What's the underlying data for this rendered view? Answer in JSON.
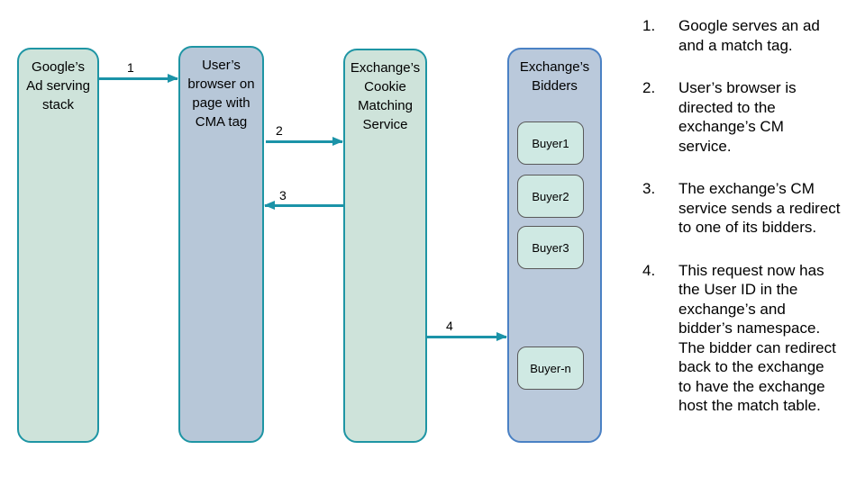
{
  "colors": {
    "teal_border": "#1e95a4",
    "arrow_teal": "#1b93a8",
    "green_fill": "#cee3da",
    "browser_fill": "#b7c7d8",
    "bidders_fill": "#bac9db",
    "bidders_border": "#4a81c4",
    "buyer_fill": "#cfe9e3",
    "buyer_border": "#595959",
    "text": "#000000"
  },
  "diagram": {
    "nodes": [
      {
        "id": "google-ad-stack",
        "label": "Google’s\nAd serving\nstack"
      },
      {
        "id": "user-browser",
        "label": "User’s\nbrowser on\npage with\nCMA tag"
      },
      {
        "id": "cookie-matching-service",
        "label": "Exchange’s\nCookie\nMatching\nService"
      },
      {
        "id": "exchange-bidders",
        "label": "Exchange’s\nBidders"
      }
    ],
    "buyers": [
      "Buyer1",
      "Buyer2",
      "Buyer3",
      "Buyer-n"
    ],
    "arrows": [
      {
        "label": "1",
        "from": "google-ad-stack",
        "to": "user-browser"
      },
      {
        "label": "2",
        "from": "user-browser",
        "to": "cookie-matching-service"
      },
      {
        "label": "3",
        "from": "cookie-matching-service",
        "to": "user-browser"
      },
      {
        "label": "4",
        "from": "cookie-matching-service",
        "to": "exchange-bidders"
      }
    ]
  },
  "steps": [
    {
      "num": "1.",
      "text": "Google serves an ad and a match tag."
    },
    {
      "num": "2.",
      "text": "User’s browser is directed to the exchange’s CM service."
    },
    {
      "num": "3.",
      "text": "The exchange’s CM service sends a redirect to one of its bidders."
    },
    {
      "num": "4.",
      "text": "This request now has the User ID in the exchange’s and bidder’s namespace. The bidder can redirect back to the exchange to have the exchange host the match table."
    }
  ]
}
